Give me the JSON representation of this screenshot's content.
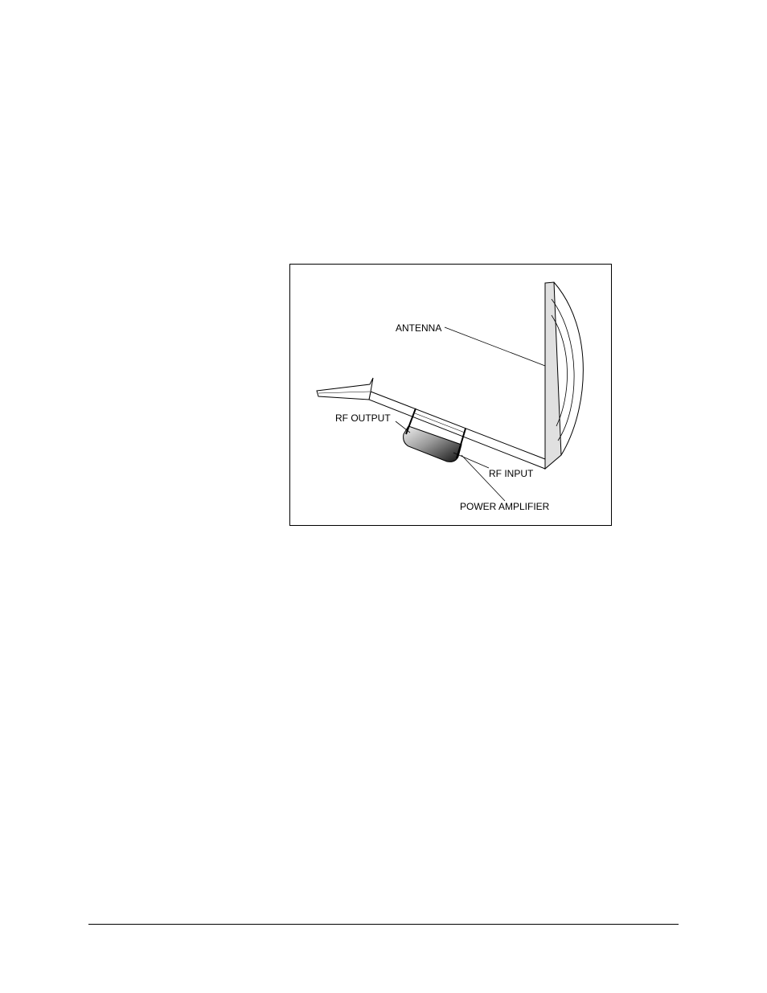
{
  "figure": {
    "labels": {
      "antenna": "ANTENNA",
      "rf_output": "RF OUTPUT",
      "rf_input": "RF INPUT",
      "power_amplifier": "POWER AMPLIFIER"
    }
  }
}
